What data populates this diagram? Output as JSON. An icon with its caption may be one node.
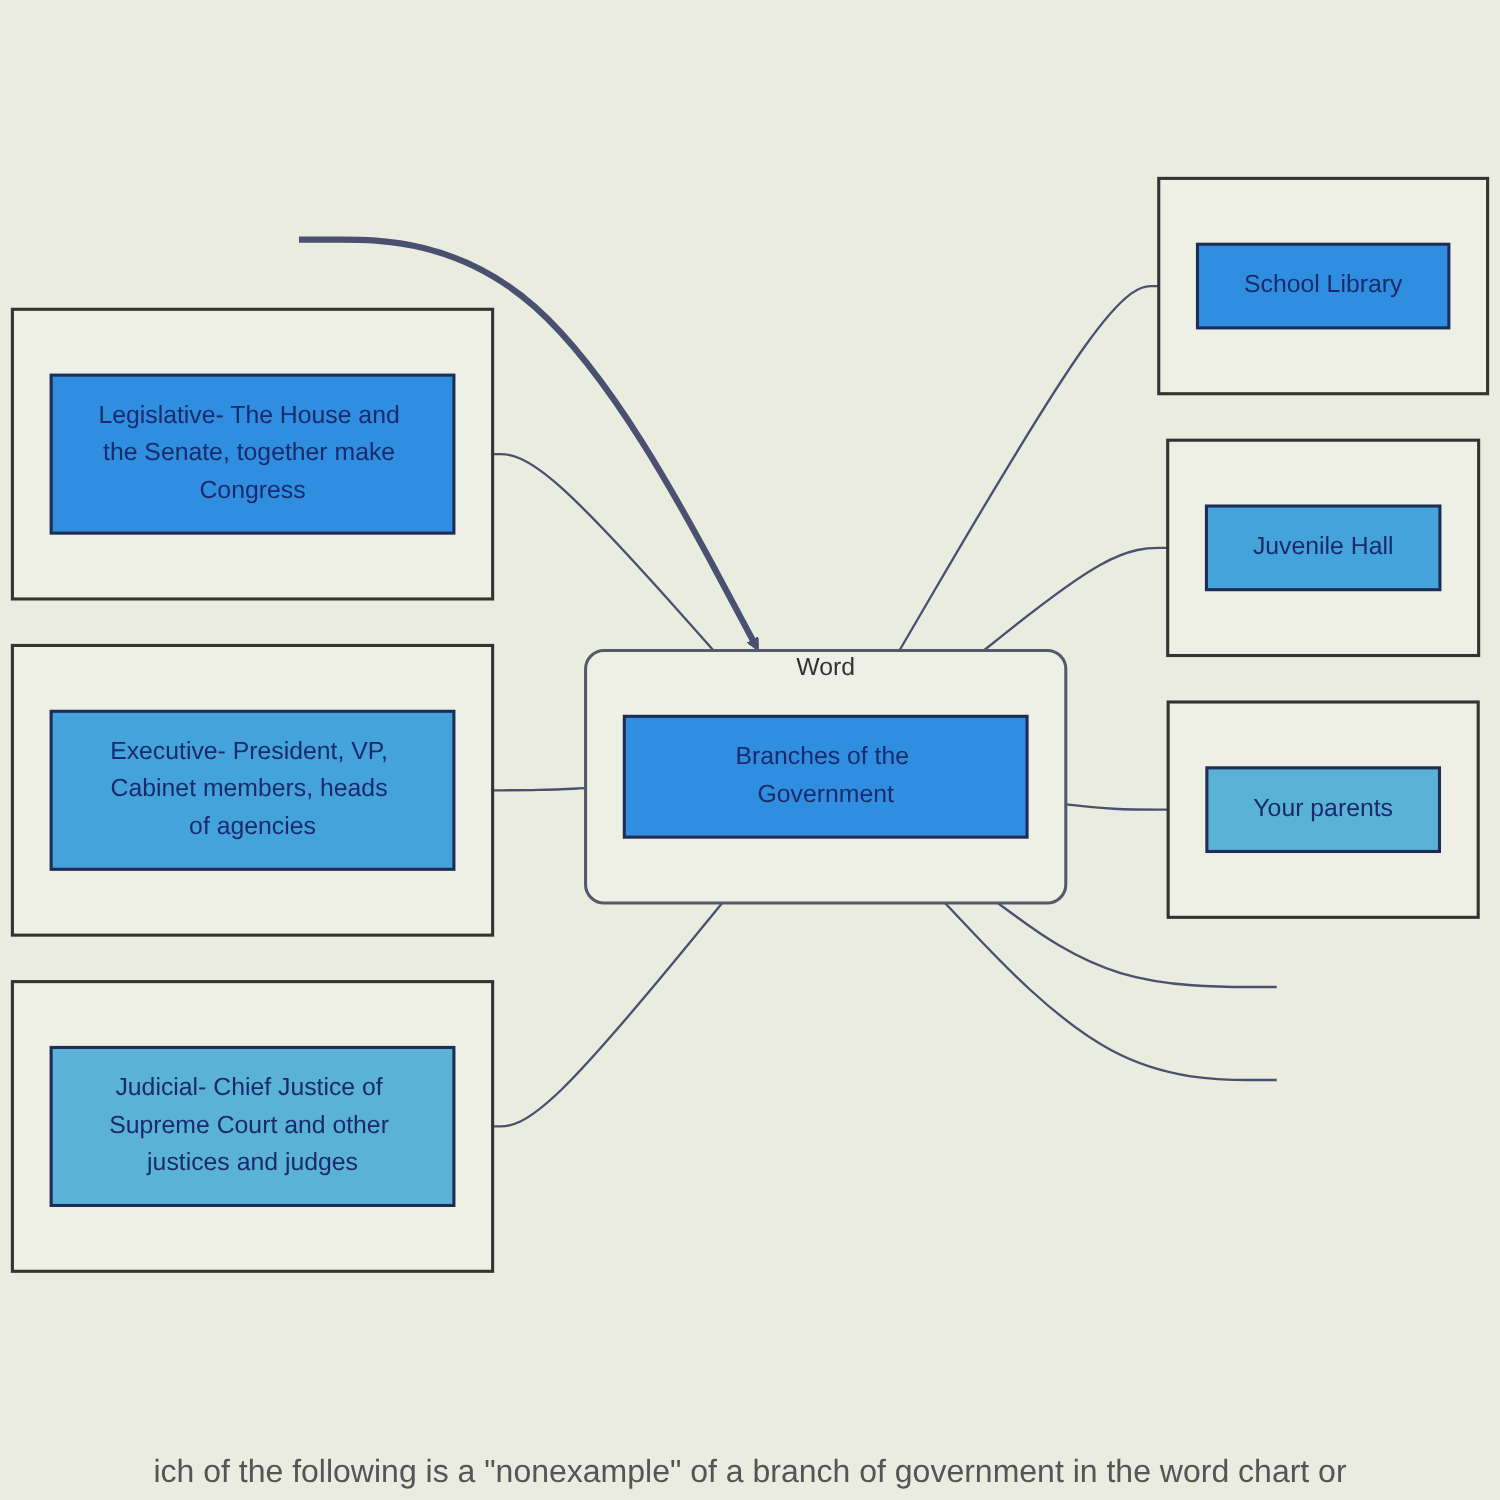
{
  "diagram": {
    "nodes": [
      {
        "text": [
          "Word"
        ]
      },
      {
        "text": [
          "Branches of the Government"
        ],
        "in": 0
      },
      {
        "text": [],
        "shape": "box"
      },
      {
        "text": [
          "Legislative- The House and the Senate, together make Congress"
        ],
        "in": 2
      },
      {
        "text": [],
        "shape": "box"
      },
      {
        "text": [
          "Executive- President, VP, Cabinet members, heads of agencies"
        ],
        "in": 4
      },
      {
        "text": [],
        "shape": "box"
      },
      {
        "text": [
          "Judicial- Chief Justice of Supreme Court and other justices and judges"
        ],
        "in": 6
      },
      {
        "text": [],
        "shape": "box"
      },
      {
        "text": [
          "School Library"
        ],
        "in": 8
      },
      {
        "text": [],
        "shape": "box"
      },
      {
        "text": [
          "Juvenile Hall"
        ],
        "in": 10
      },
      {
        "text": [],
        "shape": "box"
      },
      {
        "text": [
          "Your parents"
        ],
        "in": 12
      }
    ],
    "edges": [
      {
        "from": null,
        "to": 0,
        "arrow": "to",
        "style": "thick"
      },
      {
        "from": 0,
        "to": 2,
        "arrow": "none"
      },
      {
        "from": 0,
        "to": 4,
        "arrow": "none"
      },
      {
        "from": 0,
        "to": 6,
        "arrow": "none"
      },
      {
        "from": 0,
        "to": 8,
        "arrow": "none"
      },
      {
        "from": 0,
        "to": 10,
        "arrow": "none"
      },
      {
        "from": 0,
        "to": 12,
        "arrow": "none"
      },
      {
        "from": 0,
        "to": null,
        "arrow": "none"
      },
      {
        "from": 0,
        "to": null,
        "arrow": "none"
      }
    ],
    "labels": [
      "ich of the following is a \"nonexample\" of a branch of government in the word chart or"
    ]
  }
}
